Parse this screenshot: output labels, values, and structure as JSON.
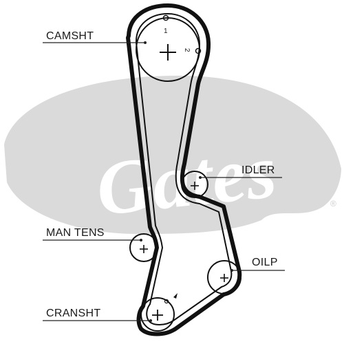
{
  "watermark": {
    "brand": "Gates",
    "registered_mark": "®"
  },
  "labels": {
    "camshaft": "CAMSHT",
    "idler": "IDLER",
    "manual_tensioner": "MAN TENS",
    "oil_pump": "OILP",
    "crankshaft": "CRANSHT"
  },
  "camshaft_marks": {
    "mark_1": "1",
    "mark_2": "2"
  },
  "colors": {
    "belt": "#111111",
    "watermark_swoosh": "#dadada",
    "label_line": "#222222"
  }
}
